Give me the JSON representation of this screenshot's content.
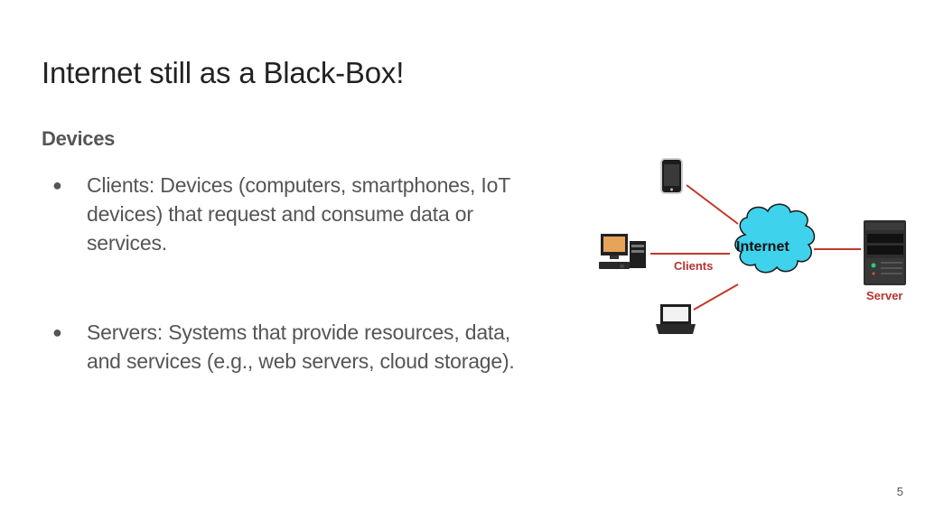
{
  "slide": {
    "title": "Internet still as a Black-Box!",
    "subheading": "Devices",
    "bullets": [
      {
        "marker": "●",
        "text": "Clients: Devices (computers, smartphones, IoT devices) that request and consume data or services."
      },
      {
        "marker": "●",
        "text": "Servers: Systems that provide resources, data, and services (e.g., web servers, cloud storage)."
      }
    ],
    "page_number": "5"
  },
  "diagram": {
    "cloud_label": "Internet",
    "clients_label": "Clients",
    "server_label": "Server",
    "icons": [
      "smartphone-icon",
      "desktop-computer-icon",
      "laptop-icon",
      "server-tower-icon",
      "cloud-icon"
    ],
    "colors": {
      "link_line": "#c0392b",
      "label_red": "#b8322e",
      "cloud_fill": "#3fd2ec",
      "cloud_stroke": "#1a1a1a"
    }
  }
}
